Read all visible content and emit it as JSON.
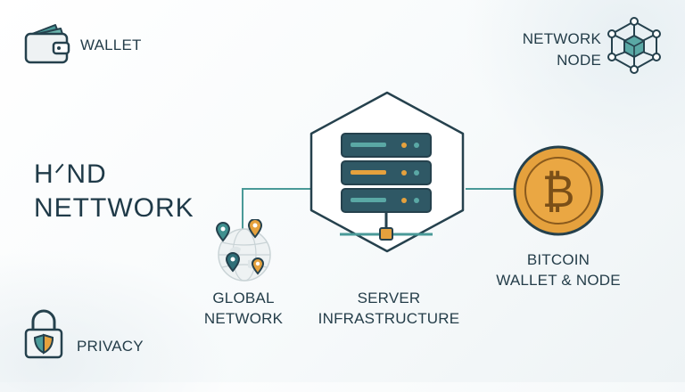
{
  "title": {
    "line1": "HᐟND",
    "line2": "NETTWORK"
  },
  "corners": {
    "wallet": "WALLET",
    "network_node_line1": "NETWORK",
    "network_node_line2": "NODE",
    "privacy": "PRIVACY"
  },
  "nodes": {
    "global_line1": "GLOBAL",
    "global_line2": "NETWORK",
    "server_line1": "SERVER",
    "server_line2": "INFRASTRUCTURE",
    "bitcoin_line1": "BITCOIN",
    "bitcoin_line2": "WALLET & NODE",
    "bitcoin_symbol": "₿"
  },
  "colors": {
    "dark": "#25414d",
    "teal": "#4a9a98",
    "orange": "#e5a13d",
    "server_fill": "#2f5865",
    "shield_teal": "#4c9c9a"
  },
  "icons": [
    "wallet-icon",
    "network-node-icon",
    "padlock-shield-icon",
    "globe-pins-icon",
    "server-rack-icon",
    "bitcoin-coin-icon"
  ]
}
